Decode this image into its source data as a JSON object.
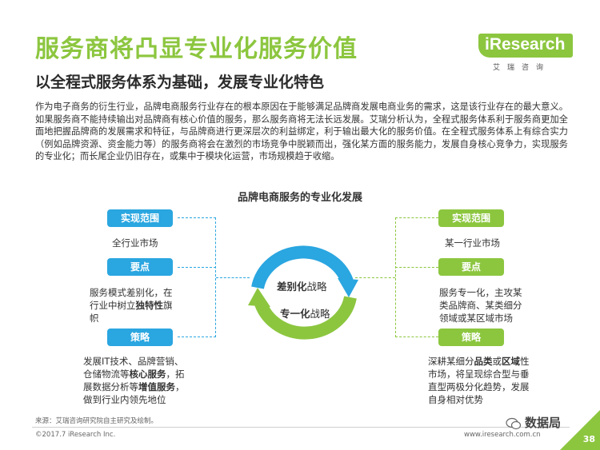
{
  "header": {
    "title": "服务商将凸显专业化服务价值",
    "subtitle": "以全程式服务体系为基础，发展专业化特色"
  },
  "logo": {
    "name": "iResearch",
    "sub": "艾瑞咨询"
  },
  "intro": "作为电子商务的衍生行业，品牌电商服务行业存在的根本原因在于能够满足品牌商发展电商业务的需求，这是该行业存在的最大意义。如果服务商不能持续输出对品牌商有核心价值的服务，那么服务商将无法长远发展。艾瑞分析认为，全程式服务体系利于服务商更加全面地把握品牌商的发展需求和特征，与品牌商进行更深层次的利益绑定，利于输出最大化的服务价值。在全程式服务体系上有综合实力（例如品牌资源、资金能力等）的服务商将会在激烈的市场竞争中脱颖而出，强化某方面的服务能力，发展自身核心竞争力，实现服务的专业化；而长尾企业仍旧存在，或集中于模块化运营，市场规模趋于收缩。",
  "diagram": {
    "title": "品牌电商服务的专业化发展",
    "center": {
      "top_label_pre": "差别化",
      "top_label_post": "战略",
      "bottom_label_pre": "专一化",
      "bottom_label_post": "战略"
    },
    "left": {
      "scope_label": "实现范围",
      "scope_text": "全行业市场",
      "point_label": "要点",
      "point_text_1": "服务模式差别化，在",
      "point_text_2": "行业中树立",
      "point_text_bold": "独特性",
      "point_text_3": "旗",
      "point_text_4": "帜",
      "strategy_label": "策略",
      "strategy_text_1": "发展IT技术、品牌营销、",
      "strategy_text_2": "仓储物流等",
      "strategy_text_bold1": "核心服务",
      "strategy_text_3": "，拓",
      "strategy_text_4": "展数据分析等",
      "strategy_text_bold2": "增值服务",
      "strategy_text_5": "，",
      "strategy_text_6": "做到行业内领先地位"
    },
    "right": {
      "scope_label": "实现范围",
      "scope_text": "某一行业市场",
      "point_label": "要点",
      "point_text_1": "服务专一化，主攻某",
      "point_text_2": "类品牌商、某类细分",
      "point_text_3": "领域或某区域市场",
      "strategy_label": "策略",
      "strategy_text_1": "深耕某细分",
      "strategy_text_bold1": "品类",
      "strategy_text_2": "或",
      "strategy_text_bold2": "区域",
      "strategy_text_3": "性",
      "strategy_text_4": "市场，将呈现综合型与垂",
      "strategy_text_5": "直型两极分化趋势，发展",
      "strategy_text_6": "自身相对优势"
    }
  },
  "footer": {
    "source": "来源：艾瑞咨询研究院自主研究及绘制。",
    "copyright": "©2017.7 iResearch Inc.",
    "site": "www.iresearch.com.cn",
    "page": "38",
    "watermark": "数据局"
  },
  "colors": {
    "green": "#8cc63f",
    "blue": "#2aa6e0"
  }
}
